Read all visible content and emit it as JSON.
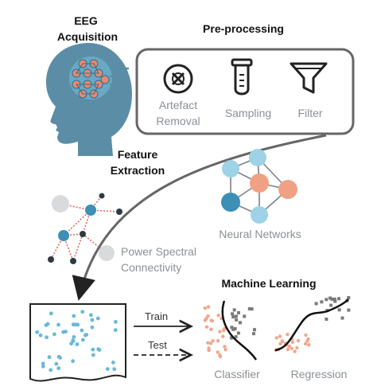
{
  "labels": {
    "eeg_line1": "EEG",
    "eeg_line2": "Acquisition",
    "preprocessing": "Pre-processing",
    "artefact_line1": "Artefact",
    "artefact_line2": "Removal",
    "sampling": "Sampling",
    "filter": "Filter",
    "feature_line1": "Feature",
    "feature_line2": "Extraction",
    "psc_line1": "Power Spectral",
    "psc_line2": "Connectivity",
    "neural_networks": "Neural Networks",
    "machine_learning": "Machine Learning",
    "train": "Train",
    "test": "Test",
    "classifier": "Classifier",
    "regression": "Regression"
  },
  "colors": {
    "head": "#5b8ea6",
    "box_border": "#666666",
    "icon_stroke": "#222222",
    "node_blue": "#3d8fb5",
    "node_light_blue": "#9ed2e6",
    "node_orange": "#f0a183",
    "node_grey": "#d9dadb",
    "dot_blue": "#6ab8d8",
    "dot_orange": "#f2a68b",
    "square_grey": "#7a7a7a",
    "edge_red": "#d96b5f",
    "text_grey": "#8a9096"
  },
  "icons": [
    "head-brain-icon",
    "x-circle-icon",
    "test-tube-icon",
    "funnel-icon"
  ]
}
